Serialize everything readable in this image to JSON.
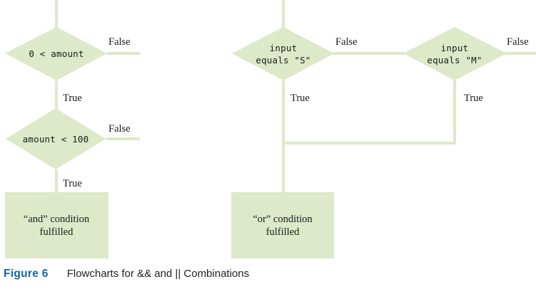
{
  "figure": {
    "number_label": "Figure 6",
    "caption": "Flowcharts for && and || Combinations",
    "number_color": "#1463a8",
    "caption_color": "#222222"
  },
  "theme": {
    "shape_fill": "#dde9c8",
    "line_color": "#dde9c8",
    "text_color": "#1b1b1b",
    "background": "#ffffff"
  },
  "chart_data": {
    "type": "diagram",
    "title": "Flowcharts for && and || Combinations",
    "flowcharts": [
      {
        "name": "and-flowchart",
        "operator": "&&",
        "nodes": [
          {
            "id": "d1",
            "kind": "decision",
            "text": "0 < amount"
          },
          {
            "id": "d2",
            "kind": "decision",
            "text": "amount < 100"
          },
          {
            "id": "t1",
            "kind": "terminal",
            "line1": "“and” condition",
            "line2": "fulfilled"
          }
        ],
        "edges": [
          {
            "from": "entry",
            "to": "d1",
            "label": ""
          },
          {
            "from": "d1",
            "to": "exit-right",
            "label": "False"
          },
          {
            "from": "d1",
            "to": "d2",
            "label": "True"
          },
          {
            "from": "d2",
            "to": "exit-right",
            "label": "False"
          },
          {
            "from": "d2",
            "to": "t1",
            "label": "True"
          }
        ]
      },
      {
        "name": "or-flowchart",
        "operator": "||",
        "nodes": [
          {
            "id": "d3",
            "kind": "decision",
            "line1": "input",
            "line2": "equals \"S\""
          },
          {
            "id": "d4",
            "kind": "decision",
            "line1": "input",
            "line2": "equals \"M\""
          },
          {
            "id": "t2",
            "kind": "terminal",
            "line1": "“or” condition",
            "line2": "fulfilled"
          }
        ],
        "edges": [
          {
            "from": "entry",
            "to": "d3",
            "label": ""
          },
          {
            "from": "d3",
            "to": "d4",
            "label": "False"
          },
          {
            "from": "d3",
            "to": "t2",
            "label": "True"
          },
          {
            "from": "d4",
            "to": "exit-right",
            "label": "False"
          },
          {
            "from": "d4",
            "to": "t2",
            "label": "True"
          }
        ]
      }
    ]
  },
  "and_flow": {
    "decision1": {
      "text": "0 < amount"
    },
    "decision1_false": "False",
    "decision1_true": "True",
    "decision2": {
      "text": "amount < 100"
    },
    "decision2_false": "False",
    "decision2_true": "True",
    "terminal": {
      "line1": "“and” condition",
      "line2": "fulfilled"
    }
  },
  "or_flow": {
    "decision1": {
      "line1": "input",
      "line2": "equals \"S\""
    },
    "decision1_false": "False",
    "decision1_true": "True",
    "decision2": {
      "line1": "input",
      "line2": "equals \"M\""
    },
    "decision2_false": "False",
    "decision2_true": "True",
    "terminal": {
      "line1": "“or” condition",
      "line2": "fulfilled"
    }
  }
}
